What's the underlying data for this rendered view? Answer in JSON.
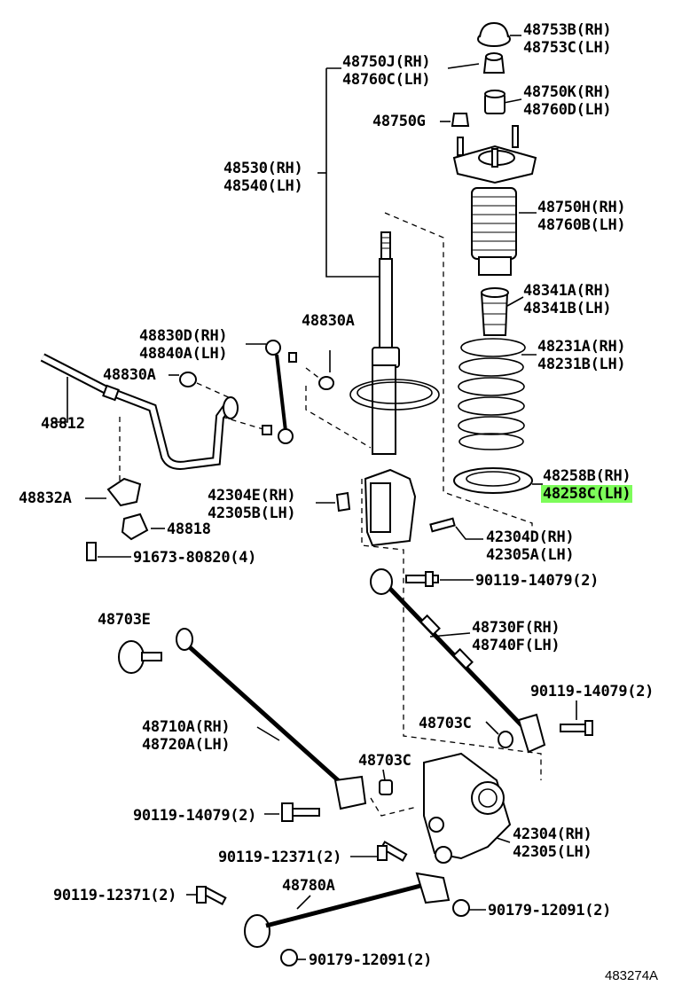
{
  "figure_id": "483274A",
  "highlight_color": "#7dfc5a",
  "labels": {
    "p48753": {
      "line1": "48753B(RH)",
      "line2": "48753C(LH)"
    },
    "p48750j": {
      "line1": "48750J(RH)",
      "line2": "48760C(LH)"
    },
    "p48750k": {
      "line1": "48750K(RH)",
      "line2": "48760D(LH)"
    },
    "p48750g": {
      "line1": "48750G"
    },
    "p48530": {
      "line1": "48530(RH)",
      "line2": "48540(LH)"
    },
    "p48750h": {
      "line1": "48750H(RH)",
      "line2": "48760B(LH)"
    },
    "p48341": {
      "line1": "48341A(RH)",
      "line2": "48341B(LH)"
    },
    "p48830a_top": {
      "line1": "48830A"
    },
    "p48830d": {
      "line1": "48830D(RH)",
      "line2": "48840A(LH)"
    },
    "p48830a_left": {
      "line1": "48830A"
    },
    "p48231": {
      "line1": "48231A(RH)",
      "line2": "48231B(LH)"
    },
    "p48812": {
      "line1": "48812"
    },
    "p48258": {
      "line1": "48258B(RH)",
      "line2": "48258C(LH)"
    },
    "p48832a": {
      "line1": "48832A"
    },
    "p42304e": {
      "line1": "42304E(RH)",
      "line2": "42305B(LH)"
    },
    "p48818": {
      "line1": "48818"
    },
    "p42304d": {
      "line1": "42304D(RH)",
      "line2": "42305A(LH)"
    },
    "p91673": {
      "line1": "91673-80820(4)"
    },
    "p90119_a": {
      "line1": "90119-14079(2)"
    },
    "p48703e": {
      "line1": "48703E"
    },
    "p48730f": {
      "line1": "48730F(RH)",
      "line2": "48740F(LH)"
    },
    "p90119_b": {
      "line1": "90119-14079(2)"
    },
    "p48710a": {
      "line1": "48710A(RH)",
      "line2": "48720A(LH)"
    },
    "p48703c_r": {
      "line1": "48703C"
    },
    "p48703c_l": {
      "line1": "48703C"
    },
    "p90119_c": {
      "line1": "90119-14079(2)"
    },
    "p42304": {
      "line1": "42304(RH)",
      "line2": "42305(LH)"
    },
    "p90119_d": {
      "line1": "90119-12371(2)"
    },
    "p48780a": {
      "line1": "48780A"
    },
    "p90119_e": {
      "line1": "90119-12371(2)"
    },
    "p90179_a": {
      "line1": "90179-12091(2)"
    },
    "p90179_b": {
      "line1": "90179-12091(2)"
    }
  }
}
